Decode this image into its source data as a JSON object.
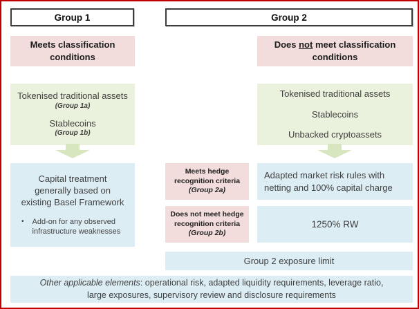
{
  "colors": {
    "frame_border": "#c00000",
    "pink": "#f2dddc",
    "green": "#eaf1dc",
    "blue": "#dcedf4",
    "arrow_green": "#d8e6c0"
  },
  "group1": {
    "header": "Group 1",
    "condition": "Meets classification conditions",
    "assets": [
      {
        "name": "Tokenised traditional assets",
        "sub": "(Group 1a)"
      },
      {
        "name": "Stablecoins",
        "sub": "(Group 1b)"
      }
    ],
    "treatment": {
      "main": "Capital treatment\ngenerally based on\nexisting Basel Framework",
      "bullet_glyph": "•",
      "bullet": "Add-on for any observed infrastructure weaknesses"
    }
  },
  "group2": {
    "header": "Group 2",
    "condition_pre": "Does ",
    "condition_underlined": "not",
    "condition_post": " meet classification conditions",
    "assets": [
      "Tokenised traditional assets",
      "Stablecoins",
      "Unbacked cryptoassets"
    ],
    "hedge": [
      {
        "label": "Meets hedge recognition criteria ",
        "sub": "(Group 2a)"
      },
      {
        "label": "Does not meet hedge recognition criteria ",
        "sub": "(Group 2b)"
      }
    ],
    "treatments": {
      "adapted": "Adapted market risk rules with\nnetting and 100% capital charge",
      "rw": "1250% RW"
    },
    "exposure_limit": "Group 2 exposure limit"
  },
  "footer": {
    "lead": "Other applicable elements",
    "rest": ": operational risk, adapted liquidity requirements, leverage ratio,\nlarge exposures, supervisory review and disclosure requirements"
  }
}
